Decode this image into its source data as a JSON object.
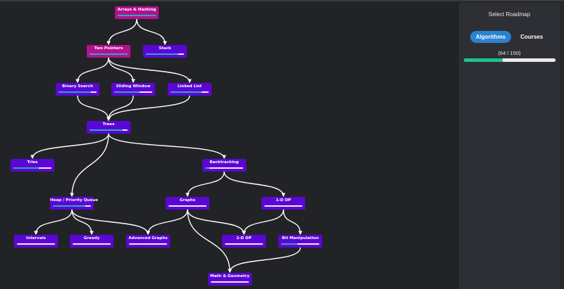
{
  "sidebar": {
    "title": "Select Roadmap",
    "tabs": [
      {
        "label": "Algorithms",
        "active": true
      },
      {
        "label": "Courses",
        "active": false
      }
    ],
    "progress": {
      "completed": 64,
      "total": 150,
      "text": "(64 / 150)"
    }
  },
  "colors": {
    "node": "#5b06d6",
    "node_done": "#b5108f",
    "bar_fill": "#29a8c0",
    "bar_track": "#f2e6f7",
    "progress_fill": "#1ec28a",
    "tab_active": "#2a82d0"
  },
  "roadmap": {
    "nodes": [
      {
        "id": "arrays",
        "label": "Arrays & Hashing",
        "progress": 1.0,
        "done": true
      },
      {
        "id": "twopointers",
        "label": "Two Pointers",
        "progress": 1.0,
        "done": true
      },
      {
        "id": "stack",
        "label": "Stack",
        "progress": 0.86,
        "done": false
      },
      {
        "id": "binary",
        "label": "Binary Search",
        "progress": 0.85,
        "done": false
      },
      {
        "id": "sliding",
        "label": "Sliding Window",
        "progress": 0.67,
        "done": false
      },
      {
        "id": "linked",
        "label": "Linked List",
        "progress": 0.82,
        "done": false
      },
      {
        "id": "trees",
        "label": "Trees",
        "progress": 0.87,
        "done": false
      },
      {
        "id": "tries",
        "label": "Tries",
        "progress": 0.67,
        "done": false
      },
      {
        "id": "backtracking",
        "label": "Backtracking",
        "progress": 0.11,
        "done": false
      },
      {
        "id": "heap",
        "label": "Heap / Priority Queue",
        "progress": 0.86,
        "done": false
      },
      {
        "id": "graphs",
        "label": "Graphs",
        "progress": 0.0,
        "done": false
      },
      {
        "id": "dp1",
        "label": "1-D DP",
        "progress": 0.0,
        "done": false
      },
      {
        "id": "intervals",
        "label": "Intervals",
        "progress": 0.0,
        "done": false
      },
      {
        "id": "greedy",
        "label": "Greedy",
        "progress": 0.0,
        "done": false
      },
      {
        "id": "advgraphs",
        "label": "Advanced Graphs",
        "progress": 0.0,
        "done": false
      },
      {
        "id": "dp2",
        "label": "2-D DP",
        "progress": 0.0,
        "done": false
      },
      {
        "id": "bit",
        "label": "Bit Manipulation",
        "progress": 0.42,
        "done": false
      },
      {
        "id": "math",
        "label": "Math & Geometry",
        "progress": 0.0,
        "done": false
      }
    ],
    "edges": [
      [
        "arrays",
        "twopointers"
      ],
      [
        "arrays",
        "stack"
      ],
      [
        "twopointers",
        "binary"
      ],
      [
        "twopointers",
        "sliding"
      ],
      [
        "twopointers",
        "linked"
      ],
      [
        "binary",
        "trees"
      ],
      [
        "sliding",
        "trees"
      ],
      [
        "linked",
        "trees"
      ],
      [
        "trees",
        "tries"
      ],
      [
        "trees",
        "heap"
      ],
      [
        "trees",
        "backtracking"
      ],
      [
        "backtracking",
        "graphs"
      ],
      [
        "backtracking",
        "dp1"
      ],
      [
        "heap",
        "intervals"
      ],
      [
        "heap",
        "greedy"
      ],
      [
        "heap",
        "advgraphs"
      ],
      [
        "graphs",
        "advgraphs"
      ],
      [
        "graphs",
        "dp2"
      ],
      [
        "graphs",
        "math"
      ],
      [
        "dp1",
        "dp2"
      ],
      [
        "dp1",
        "bit"
      ],
      [
        "bit",
        "math"
      ]
    ]
  }
}
